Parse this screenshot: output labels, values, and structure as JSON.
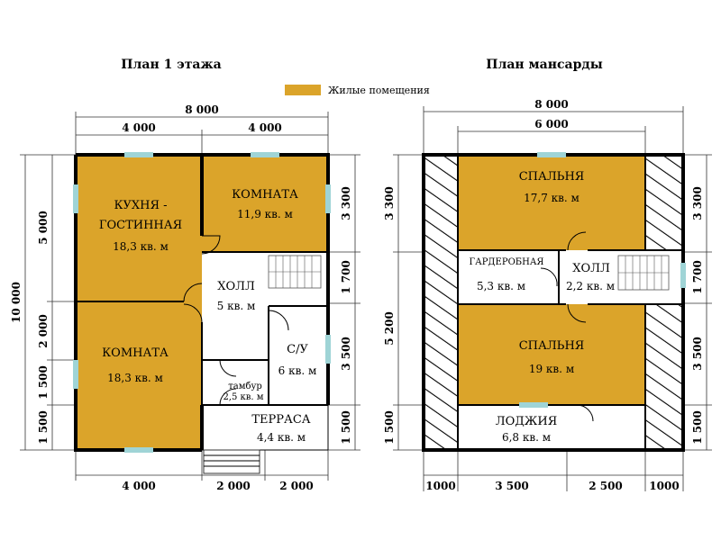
{
  "titles": {
    "floor1": "План 1 этажа",
    "attic": "План мансарды"
  },
  "legend": {
    "label": "Жилые помещения",
    "color": "#dba42a"
  },
  "colors": {
    "living": "#dba42a",
    "window": "#9fd4d6",
    "hatch_bg": "#ffffff",
    "wall": "#000000"
  },
  "floor1": {
    "dims": {
      "total_w": "8 000",
      "w_left": "4 000",
      "w_right": "4 000",
      "total_h": "10 000",
      "h_left_top": "5 000",
      "h_left_mid": "2 000",
      "h_left_mid2": "1 500",
      "h_left_bot": "1 500",
      "h_right_top": "3 300",
      "h_right_mid": "1 700",
      "h_right_mid2": "3 500",
      "h_right_bot": "1 500",
      "b_left": "4 000",
      "b_mid": "2 000",
      "b_right": "2 000"
    },
    "rooms": {
      "kitchen_l1": "КУХНЯ -",
      "kitchen_l2": "ГОСТИННАЯ",
      "kitchen_area": "18,3 кв. м",
      "room_tr": "КОМНАТА",
      "room_tr_area": "11,9 кв. м",
      "hall": "ХОЛЛ",
      "hall_area": "5 кв. м",
      "room_bl": "КОМНАТА",
      "room_bl_area": "18,3 кв. м",
      "wc": "С/У",
      "wc_area": "6 кв. м",
      "vestibule": "тамбур",
      "vestibule_area": "2,5 кв. м",
      "terrace": "ТЕРРАСА",
      "terrace_area": "4,4 кв. м"
    }
  },
  "attic": {
    "dims": {
      "total_w": "8 000",
      "inner_w": "6 000",
      "h_left_top": "3 300",
      "h_left_bot2": "5 200",
      "h_left_bot": "1 500",
      "h_right_top": "3 300",
      "h_right_mid": "1 700",
      "h_right_mid2": "3 500",
      "h_right_bot": "1 500",
      "b1": "1000",
      "b2": "3 500",
      "b3": "2 500",
      "b4": "1000"
    },
    "rooms": {
      "bed1": "СПАЛЬНЯ",
      "bed1_area": "17,7 кв. м",
      "wardrobe": "ГАРДЕРОБНАЯ",
      "wardrobe_area": "5,3 кв. м",
      "hall": "ХОЛЛ",
      "hall_area": "2,2 кв. м",
      "bed2": "СПАЛЬНЯ",
      "bed2_area": "19 кв. м",
      "loggia": "ЛОДЖИЯ",
      "loggia_area": "6,8 кв. м"
    }
  }
}
